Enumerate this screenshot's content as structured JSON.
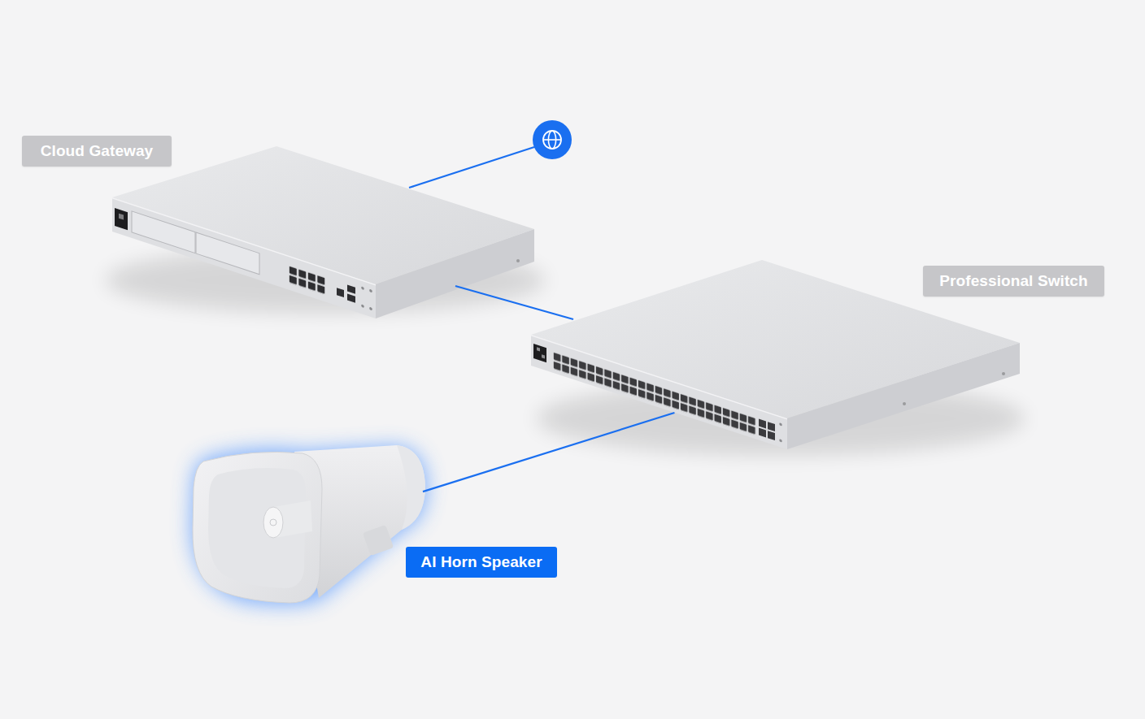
{
  "diagram": {
    "nodes": [
      {
        "text": [
          "Cloud Gateway"
        ]
      },
      {
        "text": [
          "Professional Switch"
        ]
      },
      {
        "text": [
          "AI Horn Speaker"
        ]
      }
    ],
    "edges": [
      {
        "from": 0,
        "to": 1,
        "arrow": "none"
      },
      {
        "from": 1,
        "to": 2,
        "arrow": "none"
      }
    ]
  }
}
